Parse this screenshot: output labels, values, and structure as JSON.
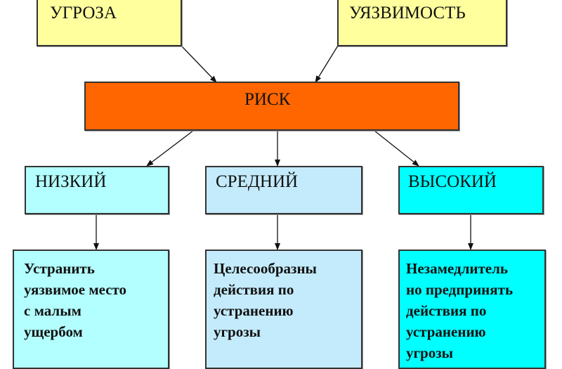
{
  "top": {
    "threat": "УГРОЗА",
    "vulnerability": "УЯЗВИМОСТЬ"
  },
  "center": {
    "risk": "РИСК"
  },
  "levels": [
    {
      "label": "НИЗКИЙ",
      "action": "Устранить\nуязвимое место\nс малым\nущербом",
      "color": "#B3FFFF"
    },
    {
      "label": "СРЕДНИЙ",
      "action": "Целесообразны\nдействия по\nустранению\nугрозы",
      "color": "#C4EBFC"
    },
    {
      "label": "ВЫСОКИЙ",
      "action": "Незамедлитель\nно предпринять\nдействия по\nустранению\nугрозы",
      "color": "#00FFFF"
    }
  ],
  "colors": {
    "top": "#FFFF9E",
    "risk": "#FF6600"
  }
}
